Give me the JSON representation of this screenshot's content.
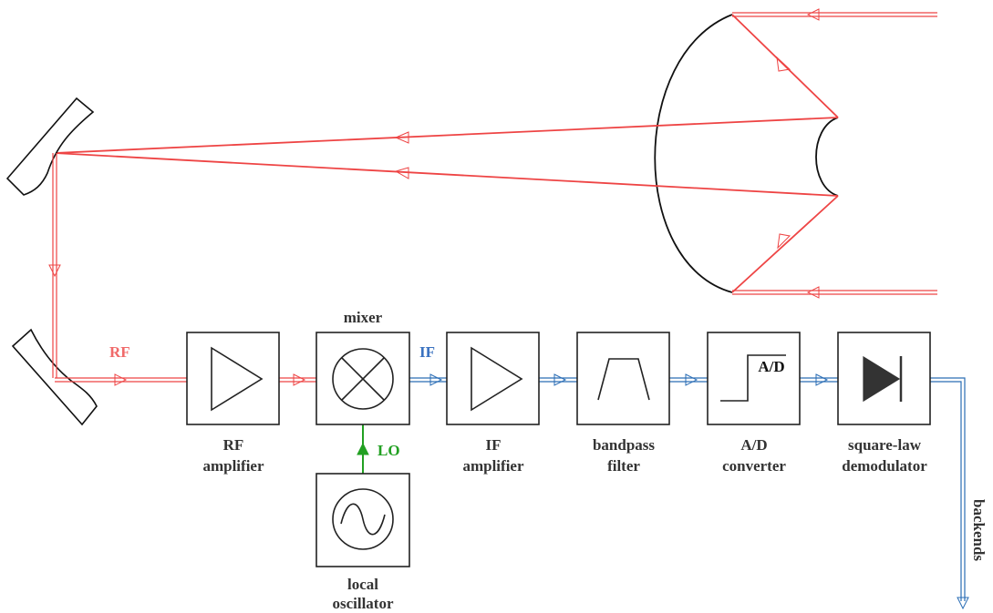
{
  "labels": {
    "rf_signal": "RF",
    "if_signal": "IF",
    "lo_signal": "LO",
    "mixer": "mixer",
    "rf_amp_line1": "RF",
    "rf_amp_line2": "amplifier",
    "if_amp_line1": "IF",
    "if_amp_line2": "amplifier",
    "bandpass_line1": "bandpass",
    "bandpass_line2": "filter",
    "adc_line1": "A/D",
    "adc_line2": "converter",
    "adc_symbol": "A/D",
    "demod_line1": "square-law",
    "demod_line2": "demodulator",
    "lo_line1": "local",
    "lo_line2": "oscillator",
    "backends": "backends"
  },
  "colors": {
    "rf": "#ee4444",
    "if": "#2a6db5",
    "lo": "#22a022",
    "rf_label": "#f06a6a",
    "if_label": "#3a72c0",
    "lo_label": "#22a022",
    "block_stroke": "#222222",
    "label_text": "#333333"
  }
}
